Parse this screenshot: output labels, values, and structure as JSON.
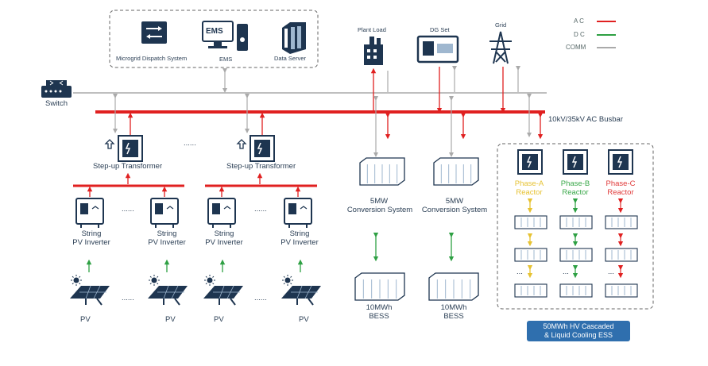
{
  "control": {
    "dispatch_label": "Microgrid Dispatch System",
    "ems_screen_text": "EMS",
    "ems_label": "EMS",
    "server_label": "Data Server"
  },
  "switch_label": "Switch",
  "top_nodes": {
    "plant_load": "Plant Load",
    "dg_set": "DG Set",
    "grid": "Grid"
  },
  "legend": [
    {
      "label": "A C",
      "color": "#e02020"
    },
    {
      "label": "D C",
      "color": "#2ea043"
    },
    {
      "label": "COMM",
      "color": "#aaaaaa"
    }
  ],
  "busbar_label": "10kV/35kV AC Busbar",
  "transformer_label": "Step-up Transformer",
  "dots": "......",
  "inverter_label": [
    "String",
    "PV Inverter"
  ],
  "pv_label": "PV",
  "pcs_label": [
    "5MW",
    "Conversion System"
  ],
  "bess_label": [
    "10MWh",
    "BESS"
  ],
  "reactors": [
    {
      "line1": "Phase-A",
      "line2": "Reactor"
    },
    {
      "line1": "Phase-B",
      "line2": "Reactor"
    },
    {
      "line1": "Phase-C",
      "line2": "Reactor"
    }
  ],
  "cascade_dots": "...",
  "ess_badge": [
    "50MWh HV Cascaded",
    "& Liquid Cooling ESS"
  ],
  "colors": {
    "ac": "#e02020",
    "dc": "#2ea043",
    "comm": "#aaaaaa",
    "navy": "#1e3550",
    "phase_a": "#e6c232",
    "phase_b": "#3aa84a",
    "phase_c": "#e03a3a"
  }
}
